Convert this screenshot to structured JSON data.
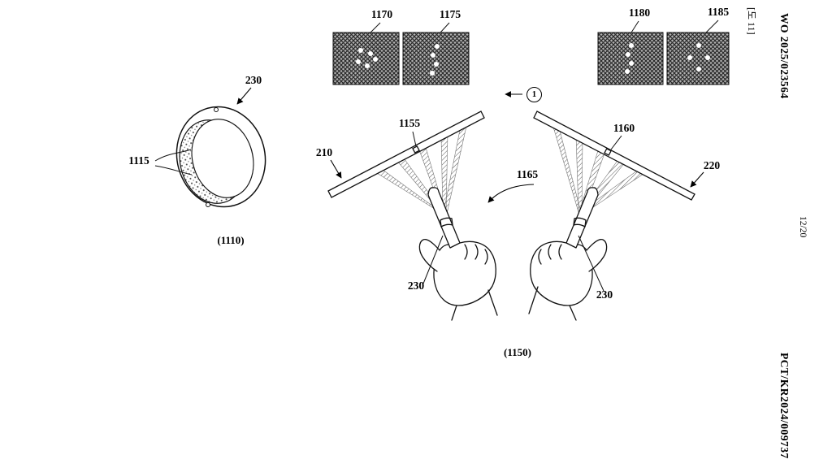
{
  "sidebar": {
    "figure_label": "[도 11]",
    "publication_number": "WO 2025/023564",
    "page_number": "12/20",
    "application_number": "PCT/KR2024/009737"
  },
  "figure": {
    "patterns": [
      "1170",
      "1175",
      "1180",
      "1185"
    ],
    "step_marker": "1",
    "ring_detail": {
      "ref_ring": "230",
      "ref_inner": "1115",
      "caption": "(1110)"
    },
    "scene": {
      "ref_left_bar": "210",
      "ref_right_bar": "220",
      "ref_left_marker": "1155",
      "ref_right_marker": "1160",
      "ref_gesture": "1165",
      "ref_left_ring": "230",
      "ref_right_ring": "230",
      "caption": "(1150)"
    }
  }
}
